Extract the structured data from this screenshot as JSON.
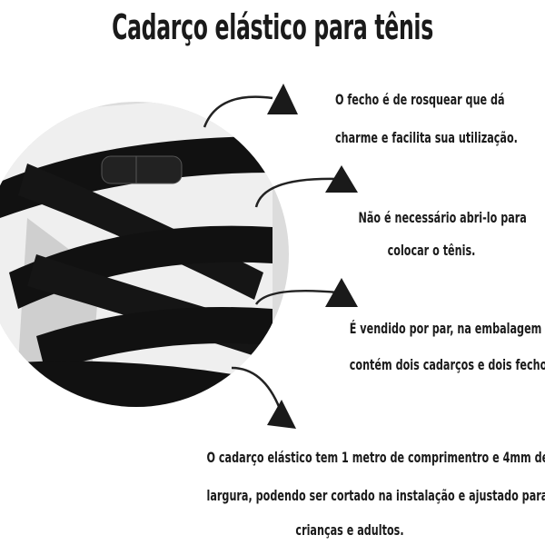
{
  "title": "Cadarço elástico para tênis",
  "features": [
    {
      "lines": [
        "O fecho é de rosquear que dá",
        "charme e facilita sua utilização."
      ]
    },
    {
      "lines": [
        "Não é necessário abri-lo para",
        "colocar o tênis."
      ]
    },
    {
      "lines": [
        "É vendido por par, na embalagem",
        "contém dois cadarços e  dois fechos"
      ]
    },
    {
      "lines": [
        "O cadarço elástico tem 1 metro  de comprimentro e 4mm de",
        "largura, podendo ser cortado na instalação e ajustado para",
        "crianças e adultos."
      ]
    }
  ],
  "colors": {
    "text": "#1a1a1a",
    "lace": "#111111",
    "shoe": "#e6e6e6"
  }
}
